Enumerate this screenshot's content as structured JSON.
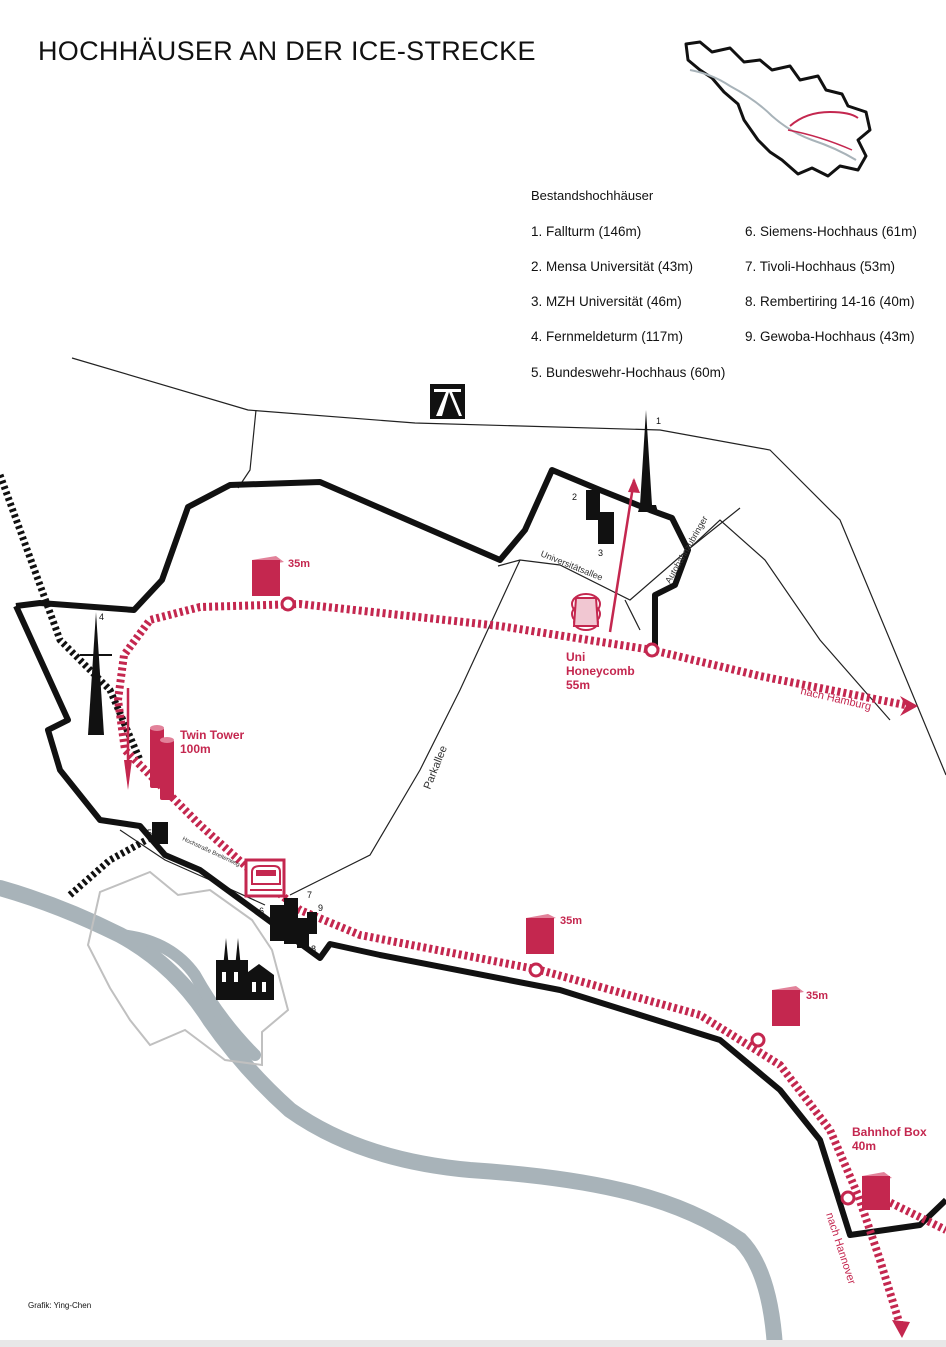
{
  "title": "HOCHHÄUSER AN DER ICE-STRECKE",
  "legend": {
    "heading": "Bestandshochhäuser",
    "items": [
      "1. Fallturm  (146m)",
      "2. Mensa Universität (43m)",
      "3. MZH Universität (46m)",
      "4. Fernmeldeturm (117m)",
      "5. Bundeswehr-Hochhaus (60m)",
      "6. Siemens-Hochhaus (61m)",
      "7. Tivoli-Hochhaus (53m)",
      "8. Rembertiring 14-16 (40m)",
      "9. Gewoba-Hochhaus (43m)"
    ]
  },
  "map": {
    "streets": {
      "universitaetsallee": "Universitätsallee",
      "autobahnzubringer": "Autobahnzubringer",
      "parkallee": "Parkallee",
      "hochstrasse": "Hochstraße   Breitenweg"
    },
    "new_towers": {
      "north_35": "35m",
      "honeycomb_name_1": "Uni",
      "honeycomb_name_2": "Honeycomb",
      "honeycomb_height": "55m",
      "twin_name": "Twin Tower",
      "twin_height": "100m",
      "south_35_a": "35m",
      "south_35_b": "35m",
      "bahnhof_name": "Bahnhof Box",
      "bahnhof_height": "40m"
    },
    "directions": {
      "hamburg": "nach Hamburg",
      "hannover": "nach Hannover"
    },
    "building_numbers": [
      "1",
      "2",
      "3",
      "4",
      "5",
      "6",
      "7",
      "8",
      "9"
    ],
    "accent_color": "#c4274f",
    "river_color": "#a8b3b9",
    "icons": [
      "autobahn-icon",
      "train-station-icon",
      "cathedral-icon",
      "locator-map-icon"
    ]
  },
  "credit": "Grafik: Ying-Chen"
}
